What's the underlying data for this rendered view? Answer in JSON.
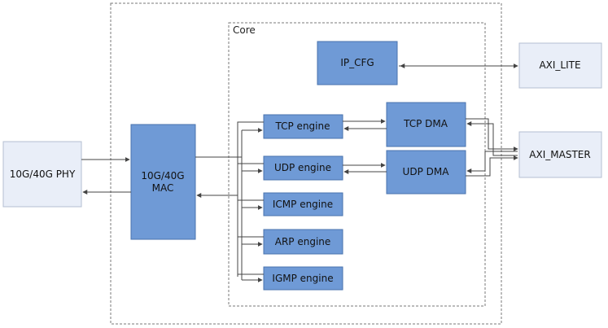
{
  "diagram": {
    "core_label": "Core",
    "blocks": {
      "ip_cfg": "IP_CFG",
      "axi_lite": "AXI_LITE",
      "axi_master": "AXI_MASTER",
      "phy": "10G/40G PHY",
      "mac_line1": "10G/40G",
      "mac_line2": "MAC",
      "tcp_engine": "TCP engine",
      "udp_engine": "UDP engine",
      "icmp_engine": "ICMP engine",
      "arp_engine": "ARP engine",
      "igmp_engine": "IGMP engine",
      "tcp_dma": "TCP DMA",
      "udp_dma": "UDP DMA"
    }
  }
}
